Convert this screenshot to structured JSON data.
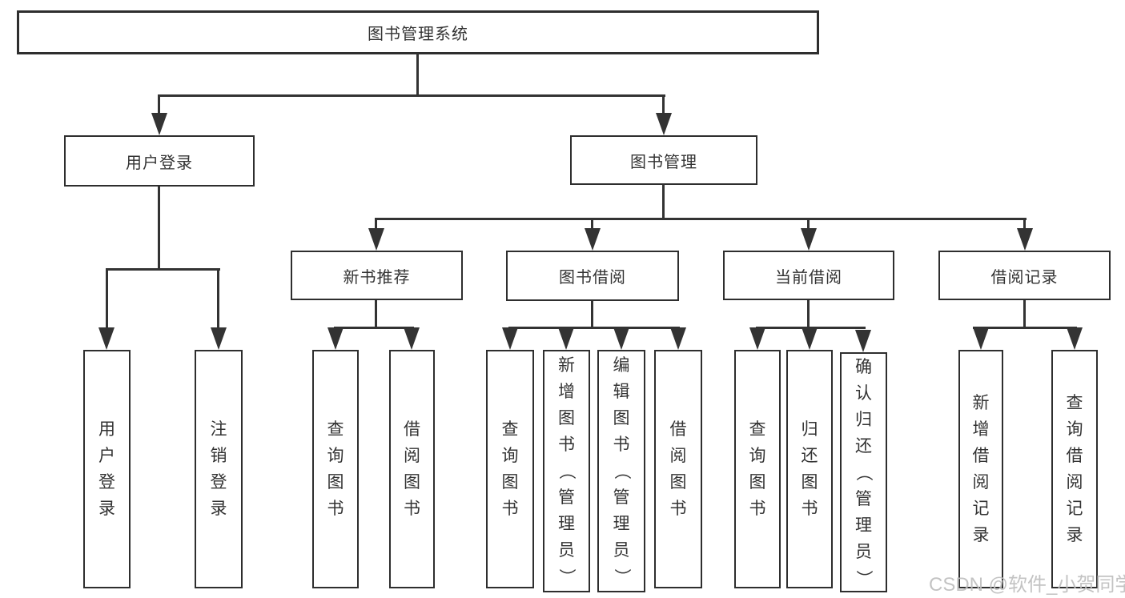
{
  "tree": {
    "root": {
      "label": "图书管理系统"
    },
    "branches": [
      {
        "label": "用户登录",
        "leaves": [
          {
            "label": "用户登录"
          },
          {
            "label": "注销登录"
          }
        ]
      },
      {
        "label": "图书管理",
        "groups": [
          {
            "label": "新书推荐",
            "leaves": [
              {
                "label": "查询图书"
              },
              {
                "label": "借阅图书"
              }
            ]
          },
          {
            "label": "图书借阅",
            "leaves": [
              {
                "label": "查询图书"
              },
              {
                "label": "新增图书（管理员）"
              },
              {
                "label": "编辑图书（管理员）"
              },
              {
                "label": "借阅图书"
              }
            ]
          },
          {
            "label": "当前借阅",
            "leaves": [
              {
                "label": "查询图书"
              },
              {
                "label": "归还图书"
              },
              {
                "label": "确认归还（管理员）"
              }
            ]
          },
          {
            "label": "借阅记录",
            "leaves": [
              {
                "label": "新增借阅记录"
              },
              {
                "label": "查询借阅记录"
              }
            ]
          }
        ]
      }
    ]
  },
  "watermark": {
    "text": "CSDN @软件_小贺同学"
  },
  "colors": {
    "line": "#333333",
    "box_border": "#2e2e2e",
    "box_background": "#ffffff",
    "text": "#333333",
    "watermark": "#bebebe"
  }
}
